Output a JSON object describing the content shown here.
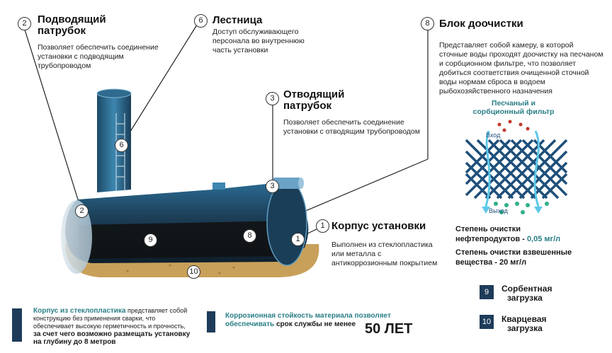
{
  "colors": {
    "tank_dark": "#1c3d55",
    "tank_blue": "#2a6a92",
    "filter_blue": "#1e4f7a",
    "sand": "#c8a05a",
    "teal_text": "#2a7f86",
    "navy_bar": "#1e3c5a"
  },
  "labels": {
    "l2": {
      "num": "2",
      "title_line1": "Подводящий",
      "title_line2": "патрубок",
      "desc": "Позволяет обеспечить соединение установки с подводящим трубопроводом"
    },
    "l6": {
      "num": "6",
      "title": "Лестница",
      "desc": "Доступ обслуживающего персонала во внутреннюю часть установки"
    },
    "l8": {
      "num": "8",
      "title": "Блок доочистки",
      "desc": "Представляет собой камеру, в которой сточные воды проходят доочистку на песчаном и сорбционном фильтре, что позволяет добиться соответствия очищенной сточной воды нормам сброса в водоем рыбохозяйственного назначения"
    },
    "l3": {
      "num": "3",
      "title_line1": "Отводящий",
      "title_line2": "патрубок",
      "desc": "Позволяет обеспечить соединение установки с отводящим трубопроводом"
    },
    "l1": {
      "num": "1",
      "title": "Корпус установки",
      "desc": "Выполнен из стеклопластика или металла с антикоррозионным покрытием"
    }
  },
  "tank_markers": {
    "m2": "2",
    "m6": "6",
    "m3": "3",
    "m9": "9",
    "m8": "8",
    "m1": "1",
    "m10": "10"
  },
  "filter": {
    "title_line1": "Песчаный и",
    "title_line2": "сорбционный фильтр",
    "inlet": "Вход",
    "outlet": "Выход"
  },
  "stats": {
    "oil_line1": "Степень очистки",
    "oil_line2": "нефтепродуктов - ",
    "oil_value": "0,05 мг/л",
    "susp_line1": "Степень очистки взвешенные",
    "susp_line2": "вещества - 20 мг/л"
  },
  "legend": [
    {
      "num": "9",
      "line1": "Сорбентная",
      "line2": "загрузка"
    },
    {
      "num": "10",
      "line1": "Кварцевая",
      "line2": "загрузка"
    }
  ],
  "footer": {
    "left_teal": "Корпус из стеклопластика",
    "left_rest": " представляет собой конструкцию без применения сварки, что обеспечивает высокую герметичность и прочность,",
    "left_bold": " за счет чего возможно размещать установку на глубину до 8 метров",
    "right_teal": "Коррозионная стойкость материала позволяет обеспечивать",
    "right_rest": " срок службы не менее",
    "right_big": "50 ЛЕТ"
  }
}
